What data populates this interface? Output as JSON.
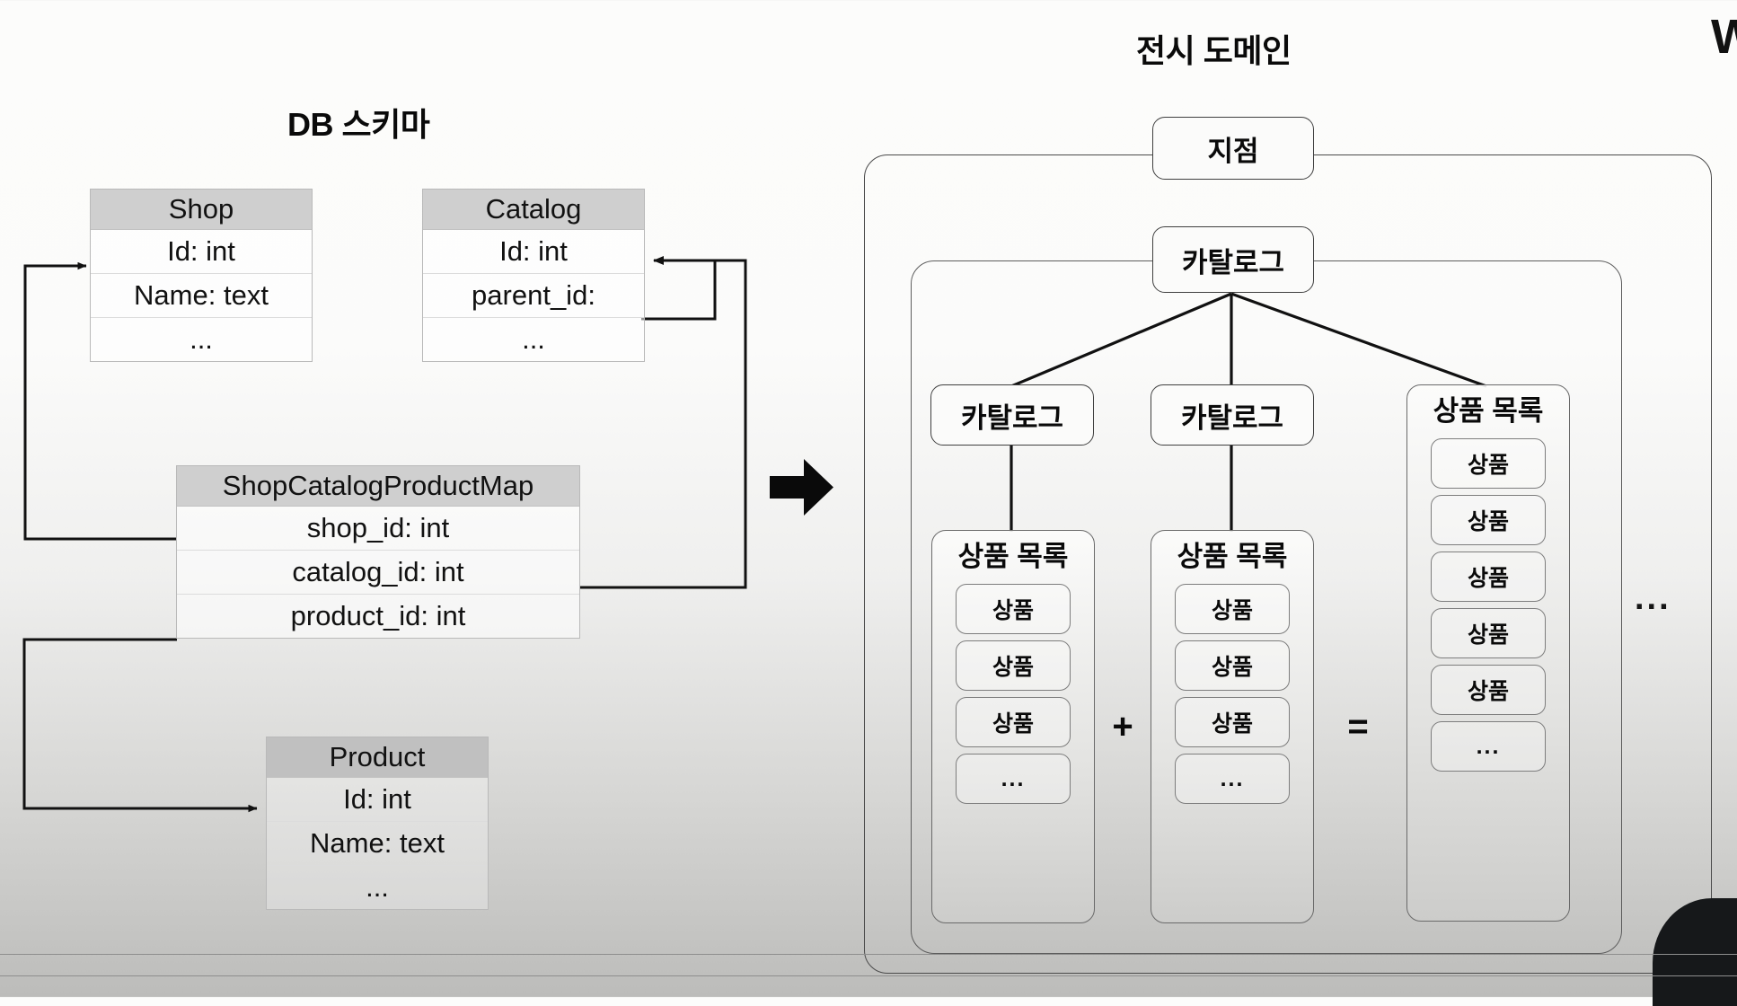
{
  "slide": {
    "background_top_color": "#fcfcfb",
    "background_bottom_color": "#bcbcba",
    "edge_letter": "W"
  },
  "left_panel": {
    "title": "DB 스키마",
    "tables": [
      {
        "name": "Shop",
        "rows": [
          "Id: int",
          "Name: text",
          "..."
        ]
      },
      {
        "name": "Catalog",
        "rows": [
          "Id: int",
          "parent_id:",
          "..."
        ]
      },
      {
        "name": "ShopCatalogProductMap",
        "rows": [
          "shop_id: int",
          "catalog_id: int",
          "product_id: int"
        ]
      },
      {
        "name": "Product",
        "rows": [
          "Id: int",
          "Name: text",
          "..."
        ]
      }
    ]
  },
  "transform": {
    "arrow_icon": "right-arrow-icon"
  },
  "right_panel": {
    "title": "전시 도메인",
    "root_node": "지점",
    "catalog_node": "카탈로그",
    "child_catalogs": [
      "카탈로그",
      "카탈로그"
    ],
    "product_list_title": "상품 목록",
    "product_chip": "상품",
    "ellipsis": "...",
    "operators": {
      "plus": "+",
      "equals": "="
    },
    "columns": [
      {
        "catalog": "카탈로그",
        "list_title": "상품 목록",
        "items": [
          "상품",
          "상품",
          "상품",
          "..."
        ]
      },
      {
        "catalog": "카탈로그",
        "list_title": "상품 목록",
        "items": [
          "상품",
          "상품",
          "상품",
          "..."
        ]
      },
      {
        "catalog": null,
        "list_title": "상품 목록",
        "items": [
          "상품",
          "상품",
          "상품",
          "상품",
          "상품",
          "..."
        ]
      }
    ],
    "trailing_ellipsis": "..."
  }
}
